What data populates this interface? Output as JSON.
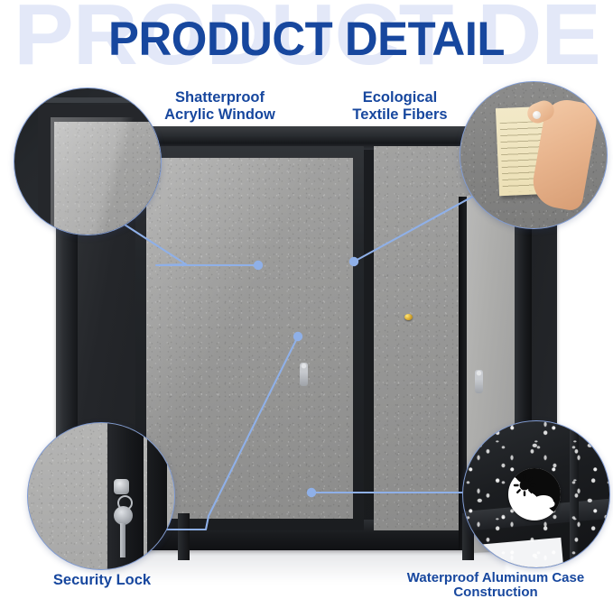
{
  "page": {
    "background_color": "#ffffff",
    "accent_blue": "#17479e",
    "leader_line_color": "#8fb0e8",
    "callout_ring_color": "#7f9bd4"
  },
  "header": {
    "title": "PRODUCT DETAIL",
    "ghost_title": "PRODUCT DE",
    "title_color": "#17479e",
    "ghost_color": "#e3e8f8"
  },
  "callouts": [
    {
      "id": "shatterproof-acrylic-window",
      "label": "Shatterproof\nAcrylic Window",
      "position": "top-left",
      "zoom_subject": "acrylic-window-corner"
    },
    {
      "id": "ecological-textile-fibers",
      "label": "Ecological\nTextile Fibers",
      "position": "top-right",
      "zoom_subject": "hand-pinning-note-to-fabric"
    },
    {
      "id": "security-lock",
      "label": "Security Lock",
      "position": "bottom-left",
      "zoom_subject": "lock-with-keys"
    },
    {
      "id": "waterproof-aluminum-case",
      "label": "Waterproof Aluminum Case\nConstruction",
      "position": "bottom-right",
      "zoom_subject": "water-droplets-on-aluminum"
    }
  ],
  "product": {
    "name": "enclosed-bulletin-board",
    "frame_color": "#1b1d20",
    "fabric_color": "#9a9a99",
    "pushpin_color": "#e0b23a"
  }
}
